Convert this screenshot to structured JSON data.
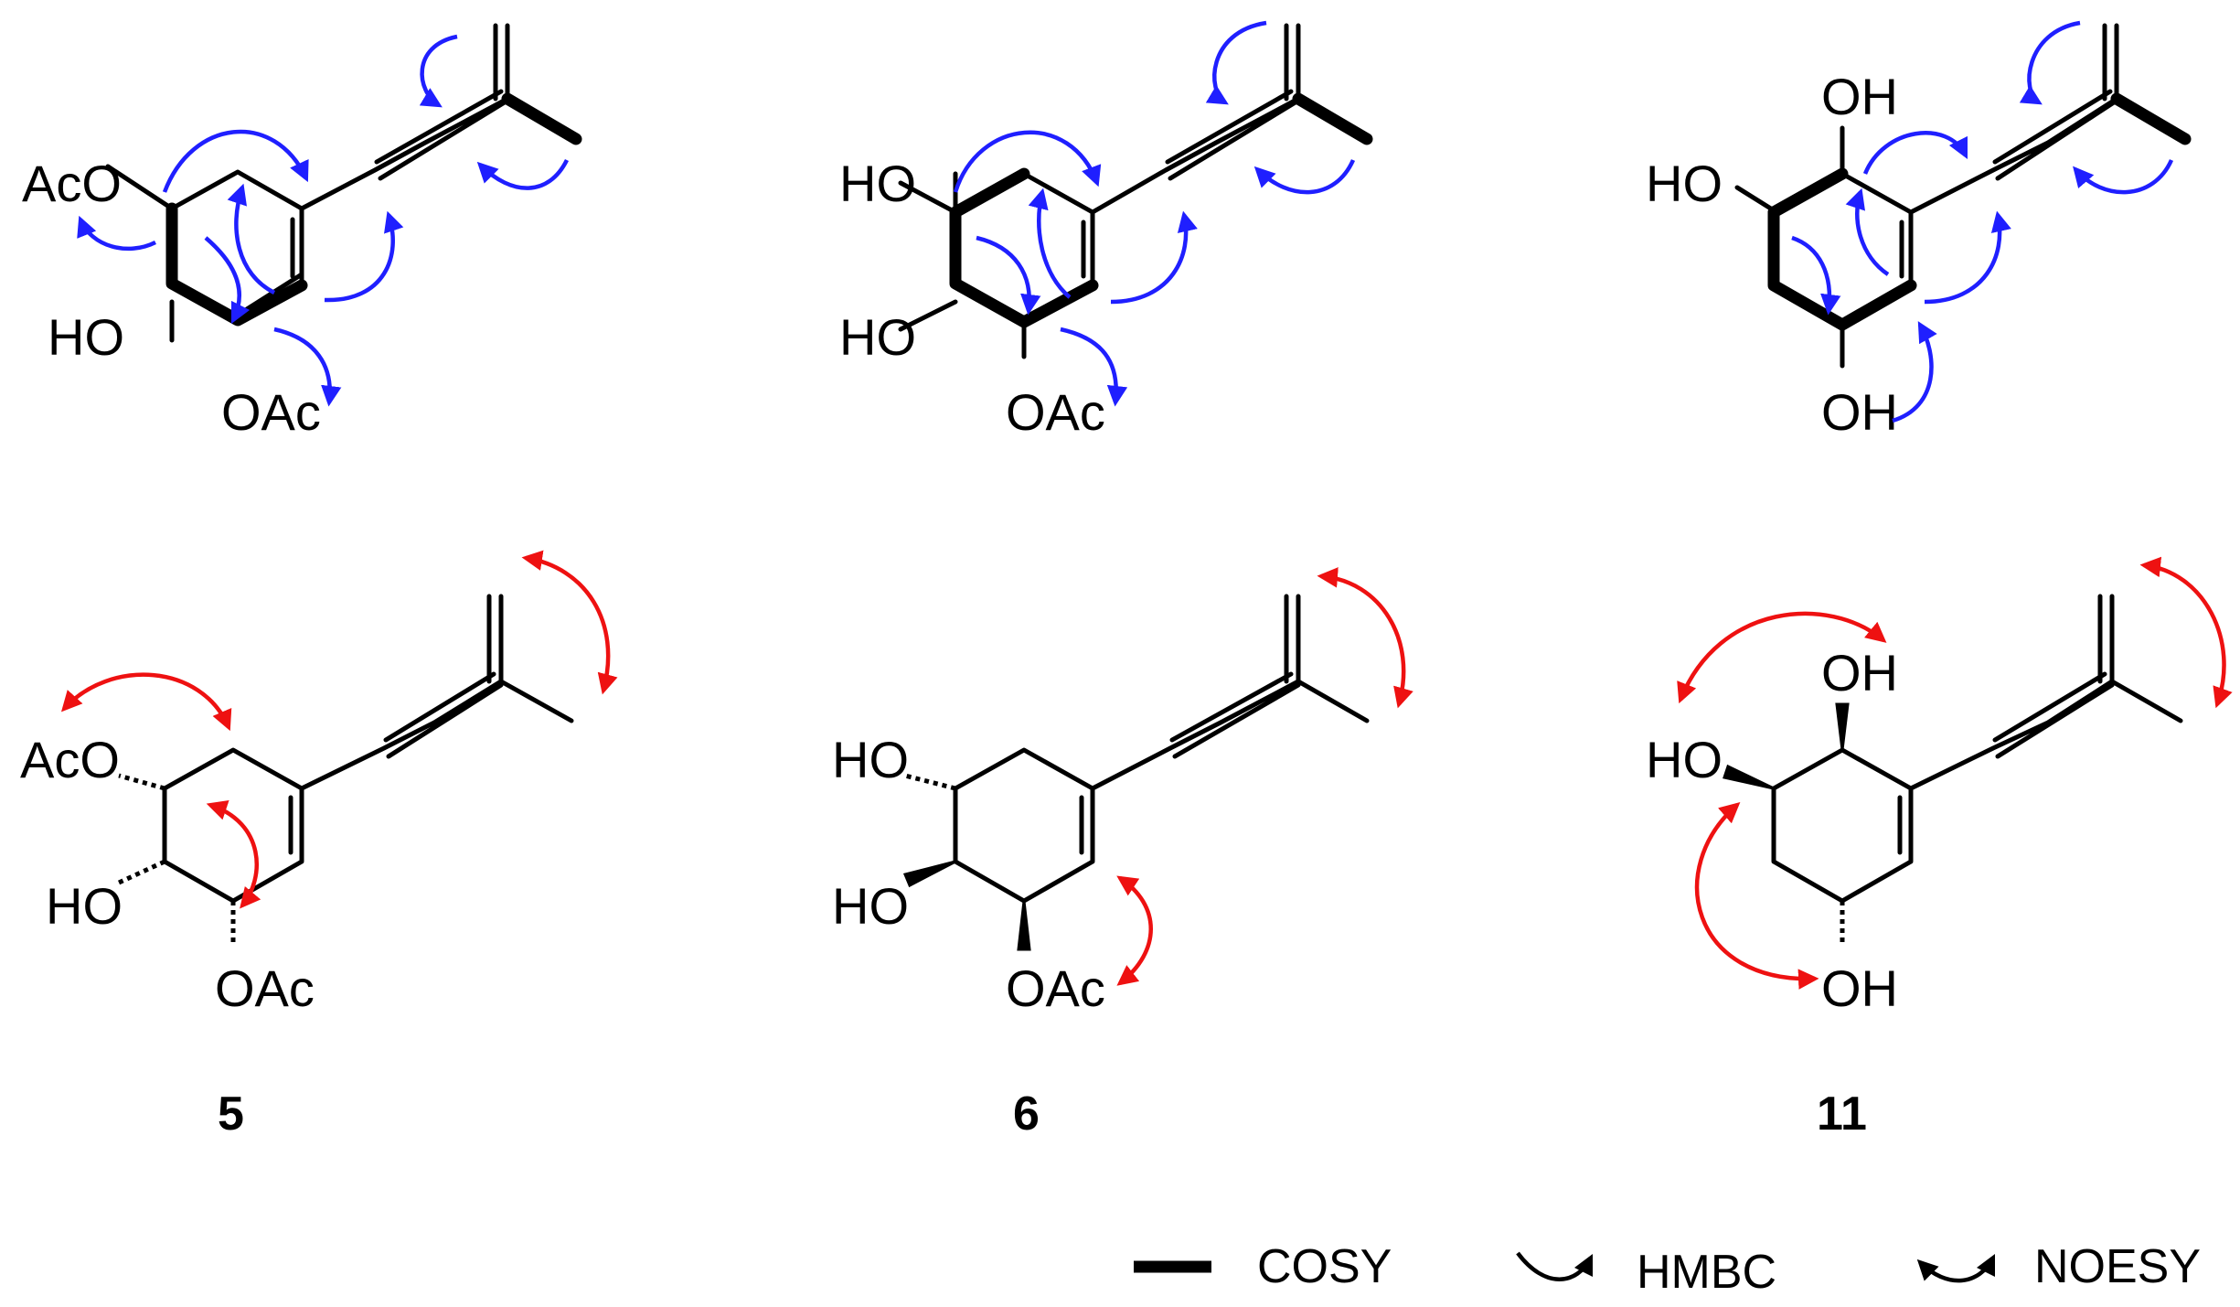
{
  "colors": {
    "bond": "#000000",
    "hmbc_arrow": "#1f1fff",
    "noesy_arrow": "#ee1111"
  },
  "compounds": [
    {
      "number": "5",
      "substituents": {
        "top_left": "AcO",
        "mid_left": "HO",
        "bottom": "OAc"
      }
    },
    {
      "number": "6",
      "substituents": {
        "top_left": "HO",
        "mid_left": "HO",
        "bottom": "OAc"
      }
    },
    {
      "number": "11",
      "substituents": {
        "top": "OH",
        "top_left": "HO",
        "bottom": "OH"
      }
    }
  ],
  "legend": {
    "cosy": "COSY",
    "hmbc": "HMBC",
    "noesy": "NOESY"
  }
}
